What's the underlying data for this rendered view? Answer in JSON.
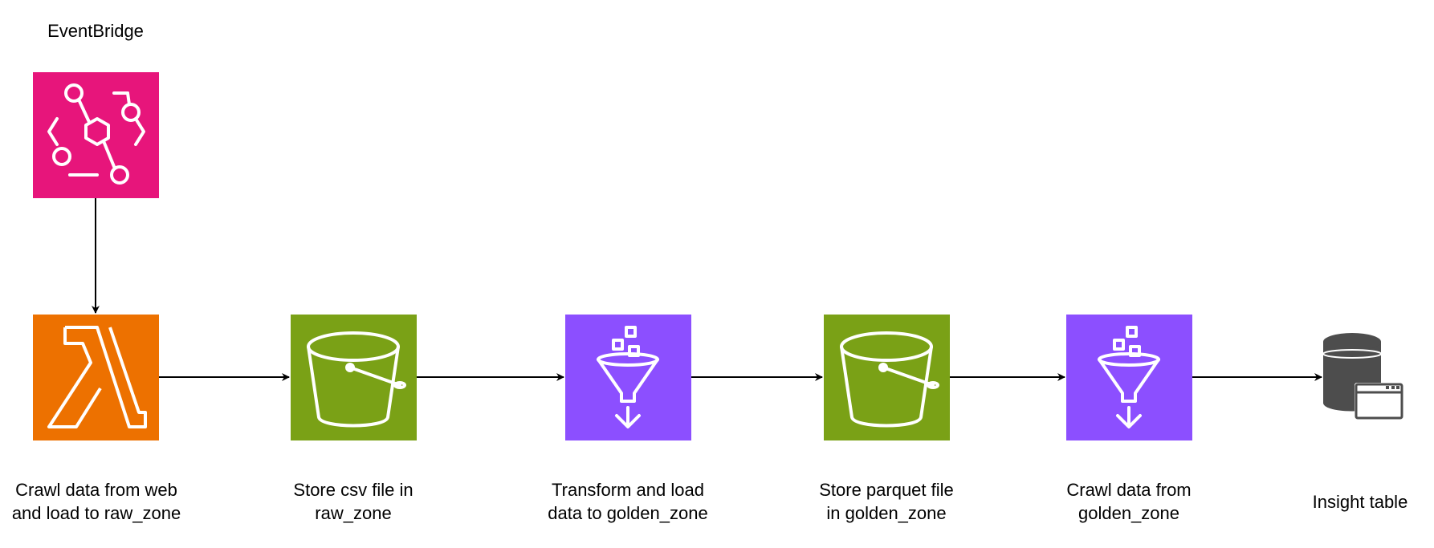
{
  "nodes": {
    "eventbridge": {
      "label": "EventBridge",
      "color": "#E7157B",
      "icon": "eventbridge-icon"
    },
    "lambda": {
      "label": "Crawl data from web\nand load to raw_zone",
      "color": "#ED7100",
      "icon": "lambda-icon"
    },
    "s3_raw": {
      "label": "Store csv file in\nraw_zone",
      "color": "#7AA116",
      "icon": "s3-bucket-icon"
    },
    "glue_transform": {
      "label": "Transform and load\ndata to golden_zone",
      "color": "#8C4FFF",
      "icon": "glue-icon"
    },
    "s3_golden": {
      "label": "Store parquet file\nin golden_zone",
      "color": "#7AA116",
      "icon": "s3-bucket-icon"
    },
    "glue_crawler": {
      "label": "Crawl data from\ngolden_zone",
      "color": "#8C4FFF",
      "icon": "glue-icon"
    },
    "insight_table": {
      "label": "Insight table",
      "color": "#4D4D4D",
      "icon": "database-table-icon"
    }
  },
  "edges": [
    {
      "from": "eventbridge",
      "to": "lambda"
    },
    {
      "from": "lambda",
      "to": "s3_raw"
    },
    {
      "from": "s3_raw",
      "to": "glue_transform"
    },
    {
      "from": "glue_transform",
      "to": "s3_golden"
    },
    {
      "from": "s3_golden",
      "to": "glue_crawler"
    },
    {
      "from": "glue_crawler",
      "to": "insight_table"
    }
  ]
}
